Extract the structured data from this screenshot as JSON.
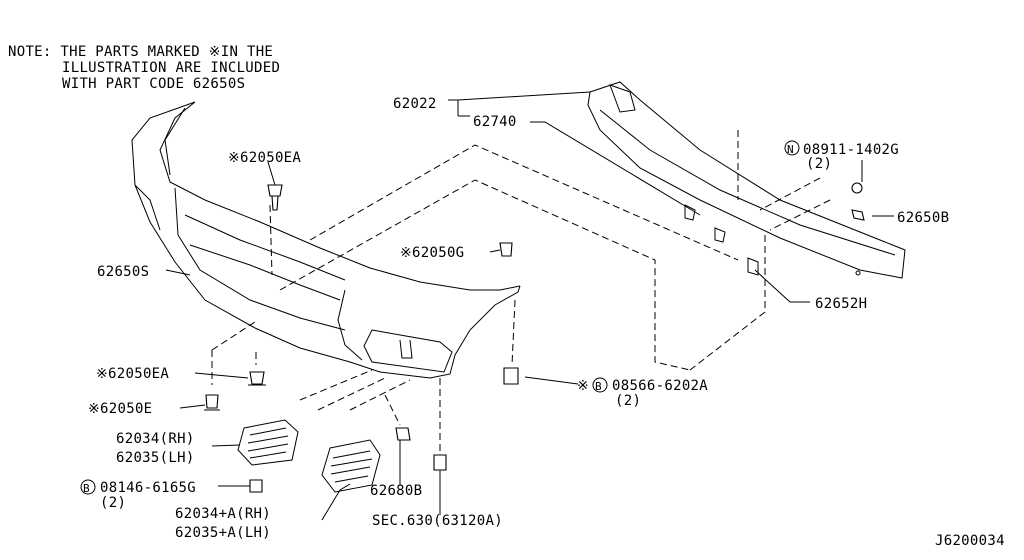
{
  "note": {
    "line1": "NOTE: THE PARTS MARKED ※IN THE",
    "line2": "ILLUSTRATION ARE INCLUDED",
    "line3": "WITH PART CODE 62650S"
  },
  "callouts": {
    "p62022": "62022",
    "p62740": "62740",
    "nut_prefix": "N",
    "nut_code": "08911-1402G",
    "nut_qty": "(2)",
    "p62650B": "62650B",
    "p62050EA_top": "※62050EA",
    "p62050G": "※62050G",
    "p62650S": "62650S",
    "p62652H": "62652H",
    "p62050EA_low": "※62050EA",
    "bolt1_mark": "※",
    "bolt1_prefix": "B",
    "bolt1_code": "08566-6202A",
    "bolt1_qty": "(2)",
    "p62050E": "※62050E",
    "p62034": "62034(RH)",
    "p62035": "62035(LH)",
    "bolt2_prefix": "B",
    "bolt2_code": "08146-6165G",
    "bolt2_qty": "(2)",
    "p62680B": "62680B",
    "p62034A": "62034+A(RH)",
    "p62035A": "62035+A(LH)",
    "sec630": "SEC.630(63120A)"
  },
  "diagram_id": "J6200034"
}
